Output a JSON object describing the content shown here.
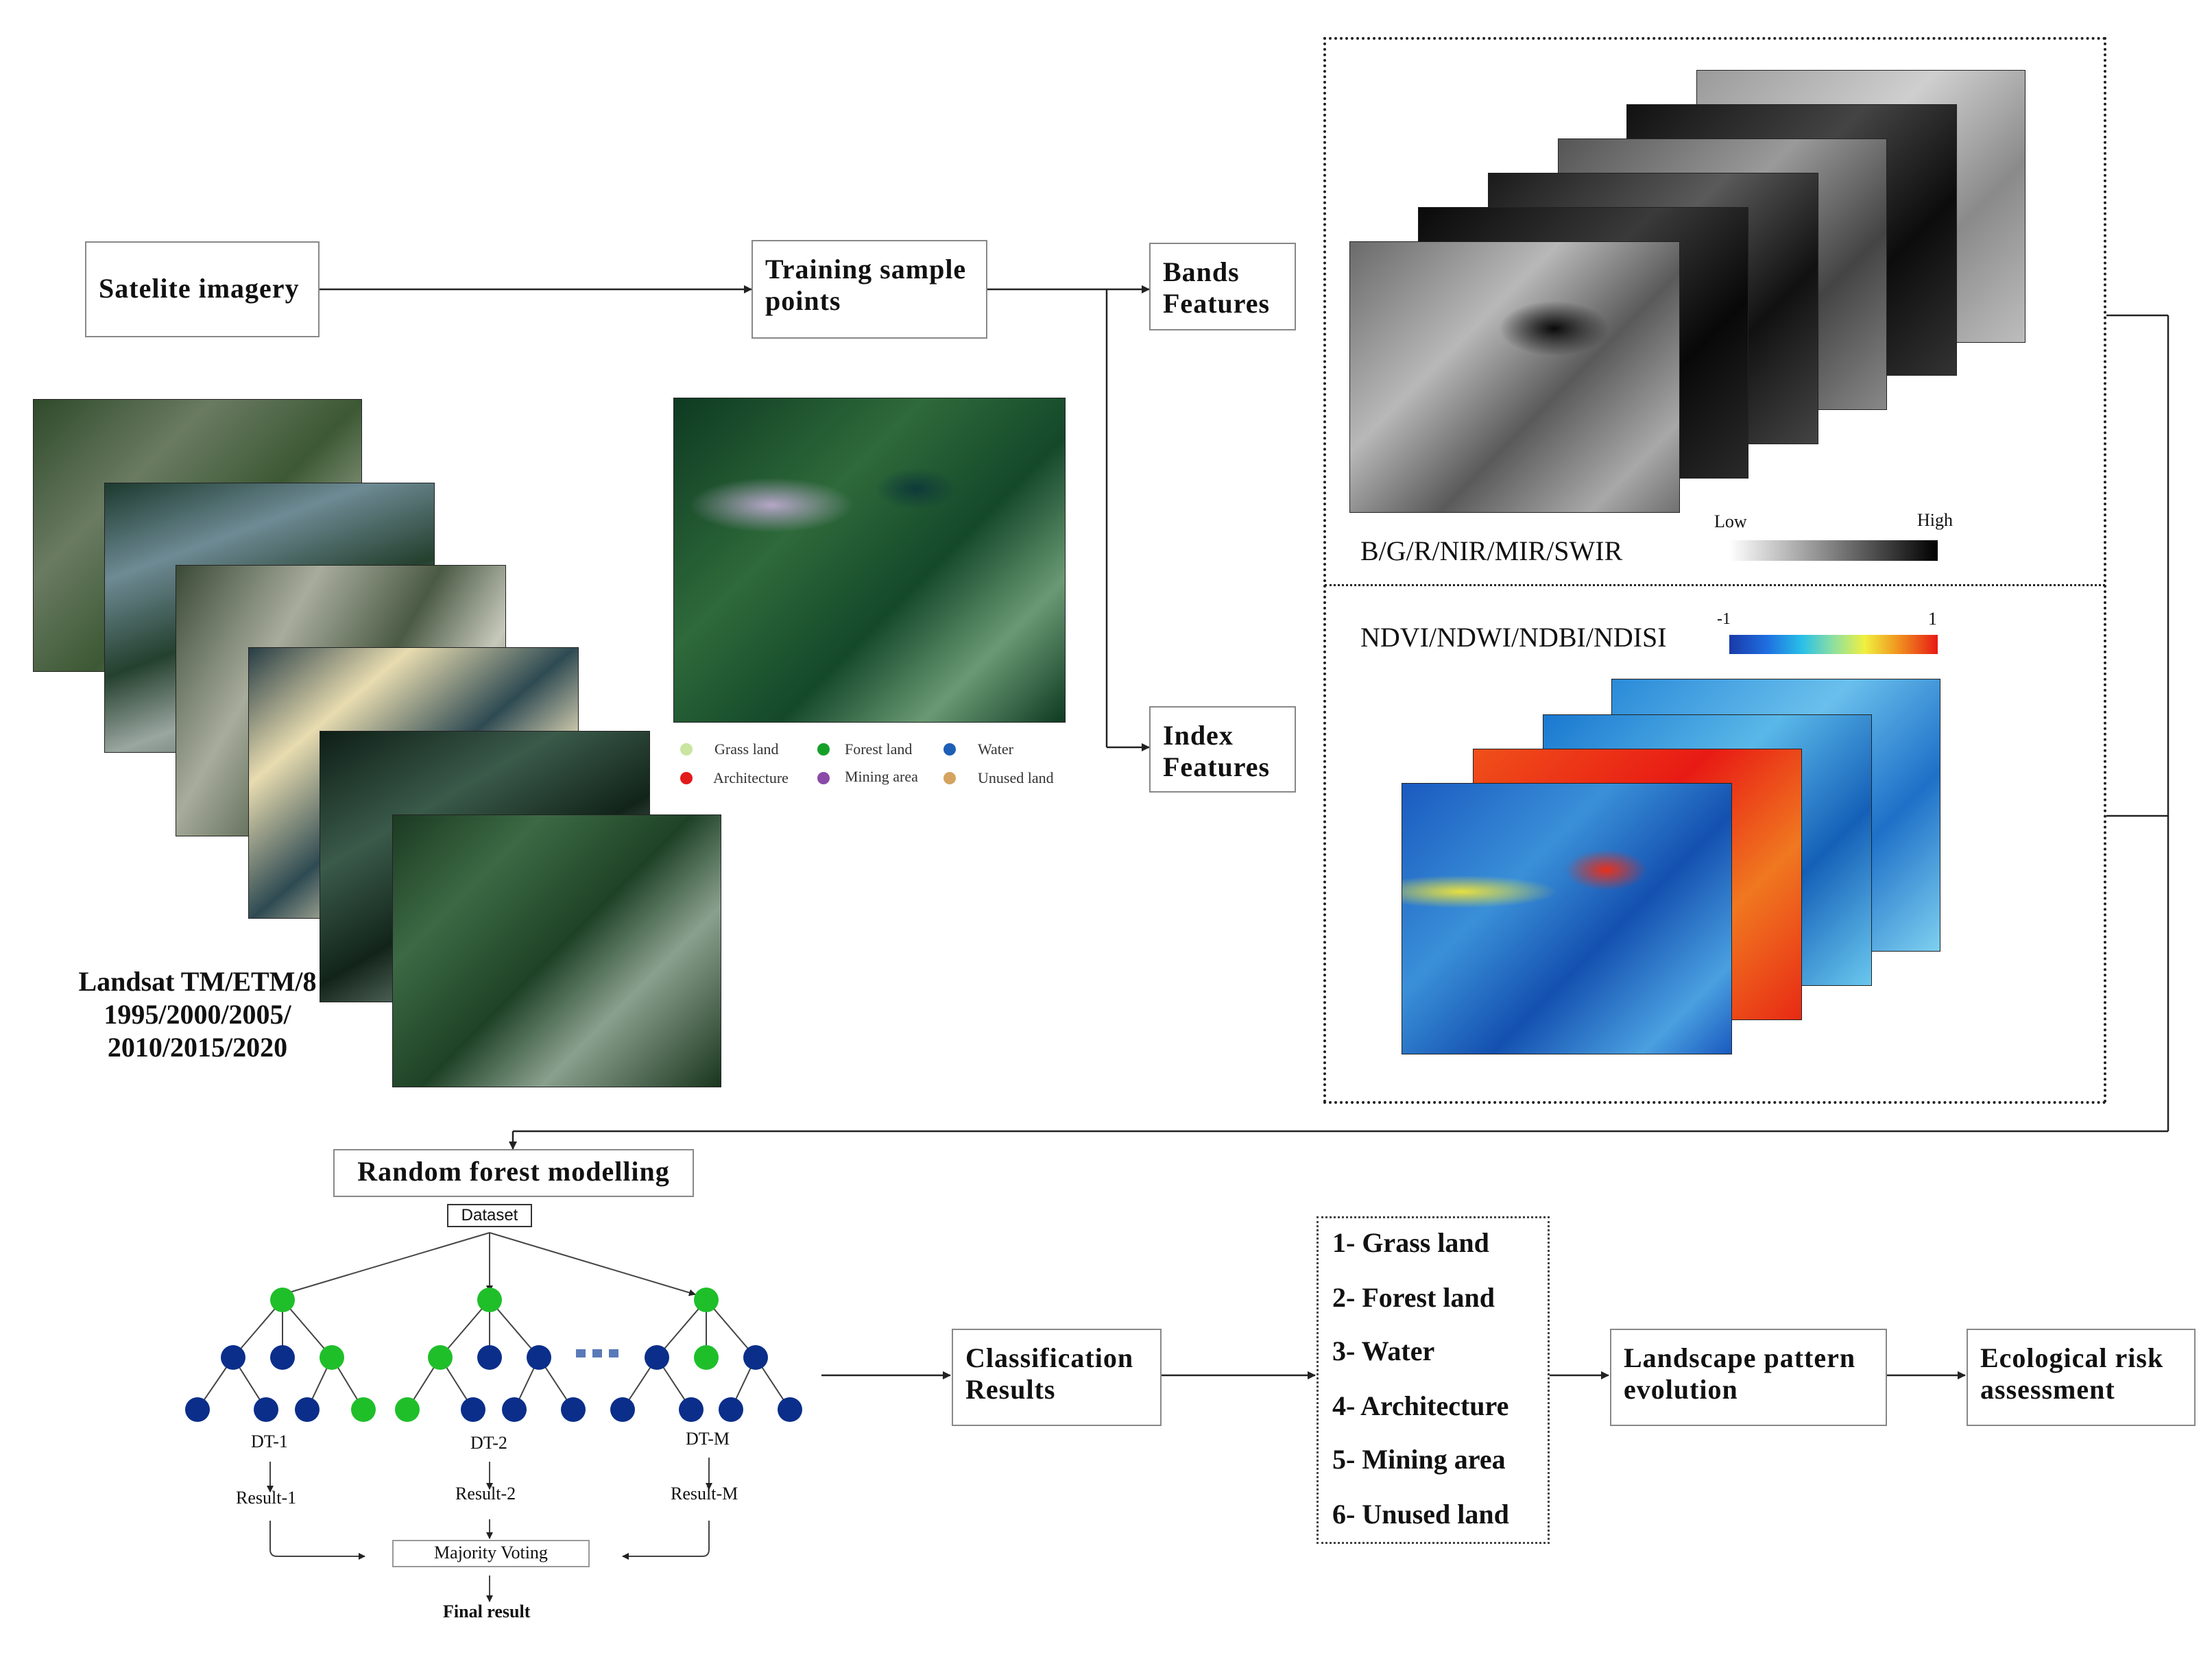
{
  "colors": {
    "green_node": "#1fbf2a",
    "blue_node": "#0a2e8a",
    "grass": "#c9e5a0",
    "forest": "#16a02a",
    "water": "#1d5fb5",
    "architecture": "#e21b1b",
    "mining": "#8a4aa8",
    "unused": "#d4a360"
  },
  "flow": {
    "satellite": "Satelite imagery",
    "training_line1": "Training sample",
    "training_line2": "points",
    "bands_line1": "Bands",
    "bands_line2": "Features",
    "index_line1": "Index",
    "index_line2": "Features",
    "rf_title": "Random forest modelling",
    "classification_line1": "Classification",
    "classification_line2": "Results",
    "landscape_line1": "Landscape pattern",
    "landscape_line2": "evolution",
    "ecological_line1": "Ecological risk",
    "ecological_line2": "assessment"
  },
  "landsat": {
    "line1": "Landsat TM/ETM/8",
    "line2": "1995/2000/2005/",
    "line3": "2010/2015/2020"
  },
  "legend": [
    {
      "label": "Grass land",
      "color": "#c9e5a0"
    },
    {
      "label": "Forest land",
      "color": "#16a02a"
    },
    {
      "label": "Water",
      "color": "#1d5fb5"
    },
    {
      "label": "Architecture",
      "color": "#e21b1b"
    },
    {
      "label": "Mining area",
      "color": "#8a4aa8"
    },
    {
      "label": "Unused land",
      "color": "#d4a360"
    }
  ],
  "bands": {
    "caption": "B/G/R/NIR/MIR/SWIR",
    "low": "Low",
    "high": "High"
  },
  "index": {
    "caption": "NDVI/NDWI/NDBI/NDISI",
    "min": "-1",
    "max": "1"
  },
  "forest": {
    "dataset": "Dataset",
    "dt1": "DT-1",
    "dt2": "DT-2",
    "dtm": "DT-M",
    "r1": "Result-1",
    "r2": "Result-2",
    "rm": "Result-M",
    "voting": "Majority Voting",
    "final": "Final result"
  },
  "classes": [
    "1- Grass land",
    "2- Forest land",
    "3- Water",
    "4- Architecture",
    "5- Mining area",
    "6- Unused land"
  ]
}
